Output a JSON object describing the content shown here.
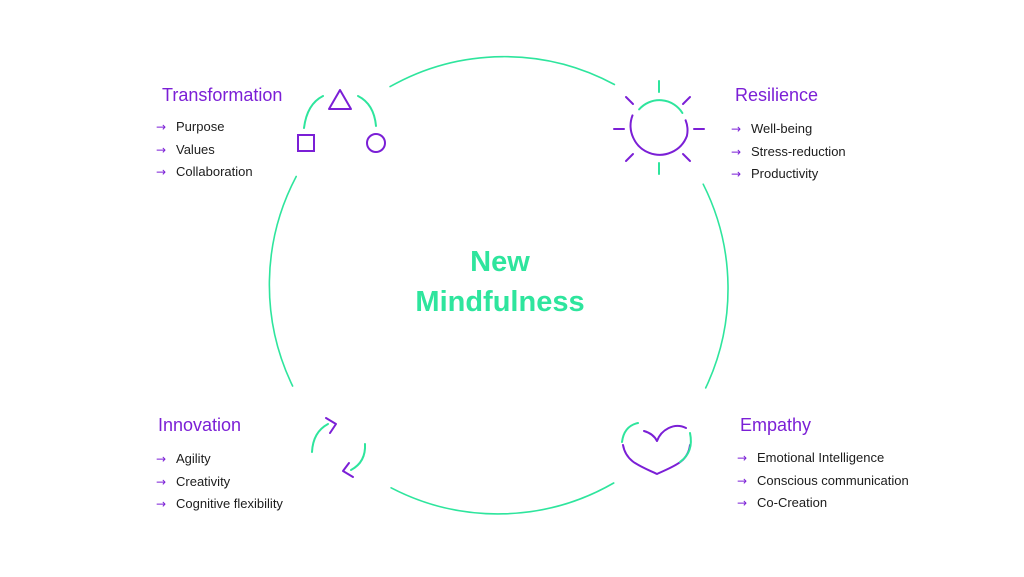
{
  "center_label": {
    "line1": "New",
    "line2": "Mindfulness"
  },
  "colors": {
    "accent_green": "#2ee59d",
    "accent_purple": "#7b1fd6",
    "text": "#1c1c1c"
  },
  "sections": [
    {
      "title": "Transformation",
      "icon": "shapes-icon",
      "items": [
        "Purpose",
        "Values",
        "Collaboration"
      ]
    },
    {
      "title": "Resilience",
      "icon": "sun-icon",
      "items": [
        "Well-being",
        "Stress-reduction",
        "Productivity"
      ]
    },
    {
      "title": "Innovation",
      "icon": "cycle-arrows-icon",
      "items": [
        "Agility",
        "Creativity",
        "Cognitive flexibility"
      ]
    },
    {
      "title": "Empathy",
      "icon": "heart-icon",
      "items": [
        "Emotional Intelligence",
        "Conscious communication",
        "Co-Creation"
      ]
    }
  ]
}
